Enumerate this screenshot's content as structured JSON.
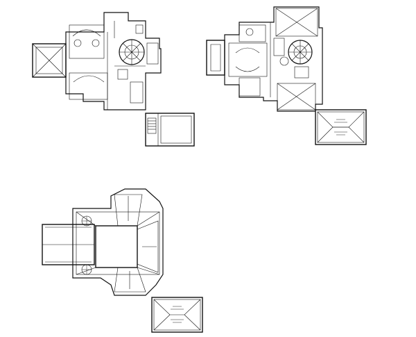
{
  "drawing": {
    "sheet_background": "#ffffff",
    "line_color": "#111111"
  },
  "panels": [
    {
      "id": "ground-floor-plan",
      "icon": "floor-plan-icon"
    },
    {
      "id": "upper-floor-plan",
      "icon": "floor-plan-icon"
    },
    {
      "id": "garage-annex-plan",
      "icon": "floor-plan-icon"
    },
    {
      "id": "upper-roof-detail",
      "icon": "hip-roof-icon"
    },
    {
      "id": "main-roof-plan",
      "icon": "roof-plan-icon"
    },
    {
      "id": "garage-roof-plan",
      "icon": "hip-roof-icon"
    }
  ]
}
